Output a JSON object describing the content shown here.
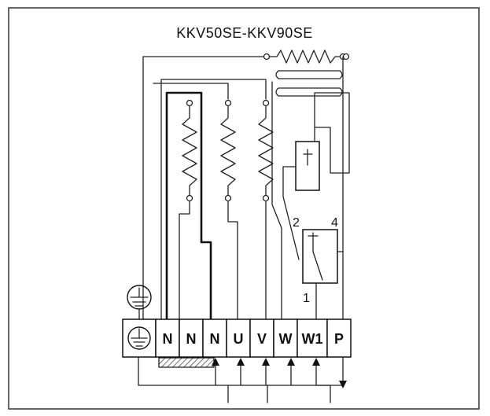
{
  "diagram": {
    "title": "KKV50SE-KKV90SE",
    "terminals": [
      "N",
      "N",
      "N",
      "U",
      "V",
      "W",
      "W1",
      "P"
    ],
    "switch_pins": {
      "pin_top_left": "2",
      "pin_top_right": "4",
      "pin_bottom": "1"
    },
    "icons": {
      "ground": "ground-icon",
      "arrow_up": "arrow-up-icon",
      "arrow_down": "arrow-down-icon"
    },
    "colors": {
      "stroke": "#222222",
      "background": "#ffffff"
    }
  }
}
